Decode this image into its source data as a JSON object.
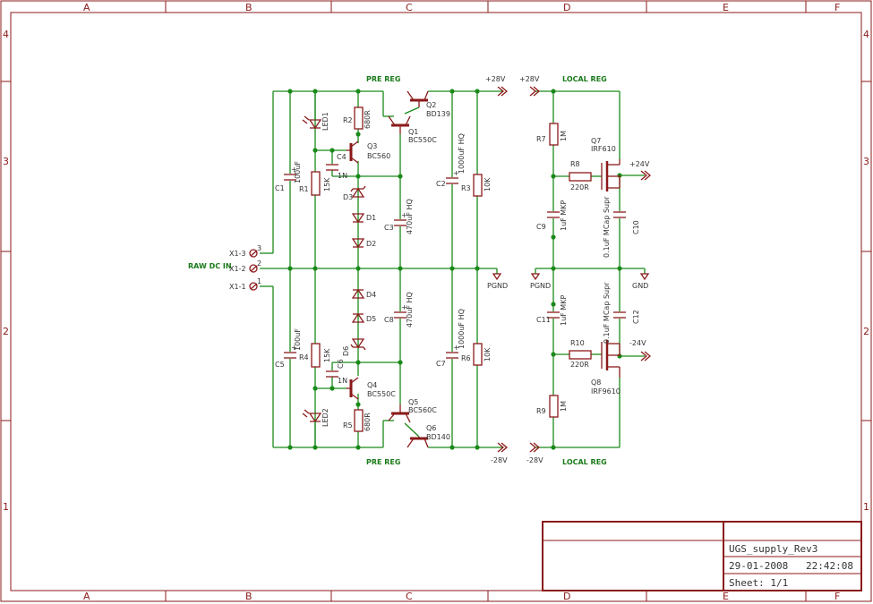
{
  "frame": {
    "columns": [
      "A",
      "B",
      "C",
      "D",
      "E",
      "F"
    ],
    "rows": [
      "4",
      "3",
      "2",
      "1"
    ]
  },
  "title_block": {
    "name": "UGS_supply_Rev3",
    "date": "29-01-2008",
    "time": "22:42:08",
    "sheet": "Sheet: 1/1"
  },
  "net_labels": {
    "pre_reg": "PRE REG",
    "local_reg": "LOCAL REG",
    "raw_dc_in": "RAW DC IN",
    "plus28": "+28V",
    "minus28": "-28V",
    "pgnd": "PGND",
    "gnd": "GND",
    "plus24": "+24V",
    "minus24": "-24V"
  },
  "connector": {
    "pins": [
      "X1-3",
      "X1-2",
      "X1-1"
    ],
    "pin_numbers": [
      "3",
      "2",
      "1"
    ]
  },
  "components": {
    "R1": {
      "ref": "R1",
      "value": "15K"
    },
    "R2": {
      "ref": "R2",
      "value": "680R"
    },
    "R3": {
      "ref": "R3",
      "value": "10K"
    },
    "R4": {
      "ref": "R4",
      "value": "15K"
    },
    "R5": {
      "ref": "R5",
      "value": "680R"
    },
    "R6": {
      "ref": "R6",
      "value": "10K"
    },
    "R7": {
      "ref": "R7",
      "value": "1M"
    },
    "R8": {
      "ref": "R8",
      "value": "220R"
    },
    "R9": {
      "ref": "R9",
      "value": "1M"
    },
    "R10": {
      "ref": "R10",
      "value": "220R"
    },
    "C1": {
      "ref": "C1",
      "value": "100uF"
    },
    "C2": {
      "ref": "C2",
      "value": "1000uF HQ"
    },
    "C3": {
      "ref": "C3",
      "value": "470uF HQ"
    },
    "C4": {
      "ref": "C4",
      "value": "1N"
    },
    "C5": {
      "ref": "C5",
      "value": "100uF"
    },
    "C6": {
      "ref": "C6",
      "value": "1N"
    },
    "C7": {
      "ref": "C7",
      "value": "1000uF HQ"
    },
    "C8": {
      "ref": "C8",
      "value": "470uF HQ"
    },
    "C9": {
      "ref": "C9",
      "value": "1uF MKP"
    },
    "C10": {
      "ref": "C10",
      "value": "0.1uF MCap Supr"
    },
    "C11": {
      "ref": "C11",
      "value": "1uF MKP"
    },
    "C12": {
      "ref": "C12",
      "value": "0.1uF MCap Supr"
    },
    "Q1": {
      "ref": "Q1",
      "value": "BC550C"
    },
    "Q2": {
      "ref": "Q2",
      "value": "BD139"
    },
    "Q3": {
      "ref": "Q3",
      "value": "BC560"
    },
    "Q4": {
      "ref": "Q4",
      "value": "BC550C"
    },
    "Q5": {
      "ref": "Q5",
      "value": "BC560C"
    },
    "Q6": {
      "ref": "Q6",
      "value": "BD140"
    },
    "Q7": {
      "ref": "Q7",
      "value": "IRF610"
    },
    "Q8": {
      "ref": "Q8",
      "value": "IRF9610"
    },
    "D1": {
      "ref": "D1"
    },
    "D2": {
      "ref": "D2"
    },
    "D3": {
      "ref": "D3"
    },
    "D4": {
      "ref": "D4"
    },
    "D5": {
      "ref": "D5"
    },
    "D6": {
      "ref": "D6"
    },
    "LED1": {
      "ref": "LED1"
    },
    "LED2": {
      "ref": "LED2"
    }
  }
}
